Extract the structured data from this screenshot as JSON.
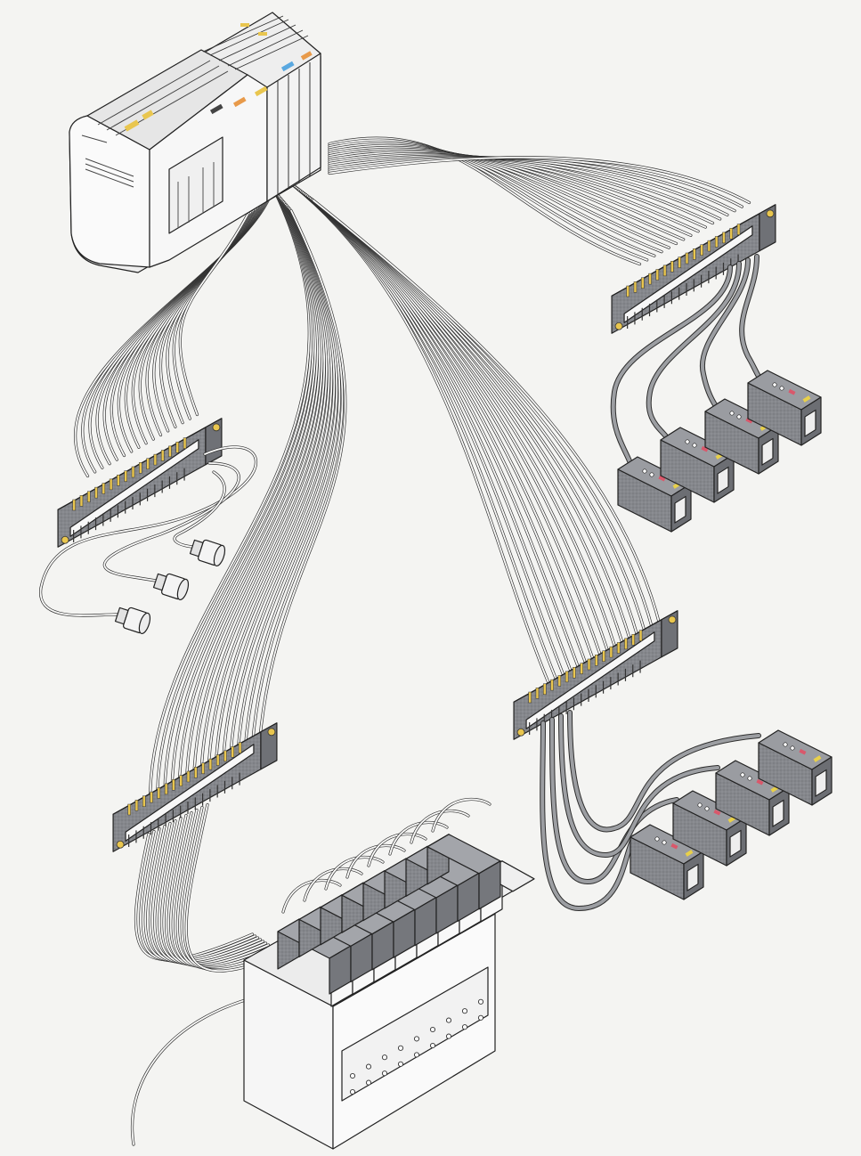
{
  "colors": {
    "paper": "#f4f4f2",
    "wire_insulation": "#fbfbfa",
    "connector_body": "#8b8d91",
    "connector_top": "#b9bbbf",
    "pin_yellow": "#e9c64f",
    "sensor_body": "#7f8186",
    "led_red": "#d9586b",
    "led_green": "#5db56a",
    "led_yellow": "#e8d04a",
    "plc_orange": "#e89a4a",
    "plc_blue": "#5aa8e0"
  },
  "components": {
    "plc": {
      "icon": "plc-controller-icon",
      "module_count": 7
    },
    "connector_blocks": [
      {
        "id": "top-right",
        "icon": "terminal-block-icon",
        "pin_count": 16
      },
      {
        "id": "left",
        "icon": "terminal-block-icon",
        "pin_count": 16
      },
      {
        "id": "middle-right",
        "icon": "terminal-block-icon",
        "pin_count": 16
      },
      {
        "id": "bottom-left",
        "icon": "terminal-block-icon",
        "pin_count": 16
      }
    ],
    "proximity_sensors": {
      "icon": "proximity-sensor-icon",
      "count": 3
    },
    "photoelectric_sensor_groups": [
      {
        "id": "upper",
        "icon": "photoelectric-sensor-icon",
        "count": 4
      },
      {
        "id": "lower",
        "icon": "photoelectric-sensor-icon",
        "count": 4
      }
    ],
    "valve_manifold": {
      "icon": "solenoid-valve-manifold-icon",
      "valve_count": 8
    }
  }
}
